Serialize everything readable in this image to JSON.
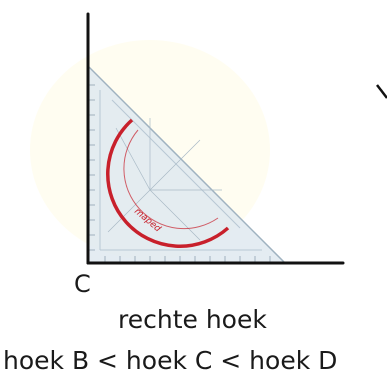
{
  "diagram": {
    "vertex_label": "C",
    "caption": "rechte hoek",
    "comparison": "hoek B < hoek C < hoek D"
  },
  "colors": {
    "lines": "#111111",
    "ruler_fill": "#dfe9f0",
    "ruler_edge": "#9fb2c0",
    "protractor_arc": "#c8202b",
    "background": "#ffffff"
  },
  "icons": {
    "set_square": "set-square-icon"
  }
}
